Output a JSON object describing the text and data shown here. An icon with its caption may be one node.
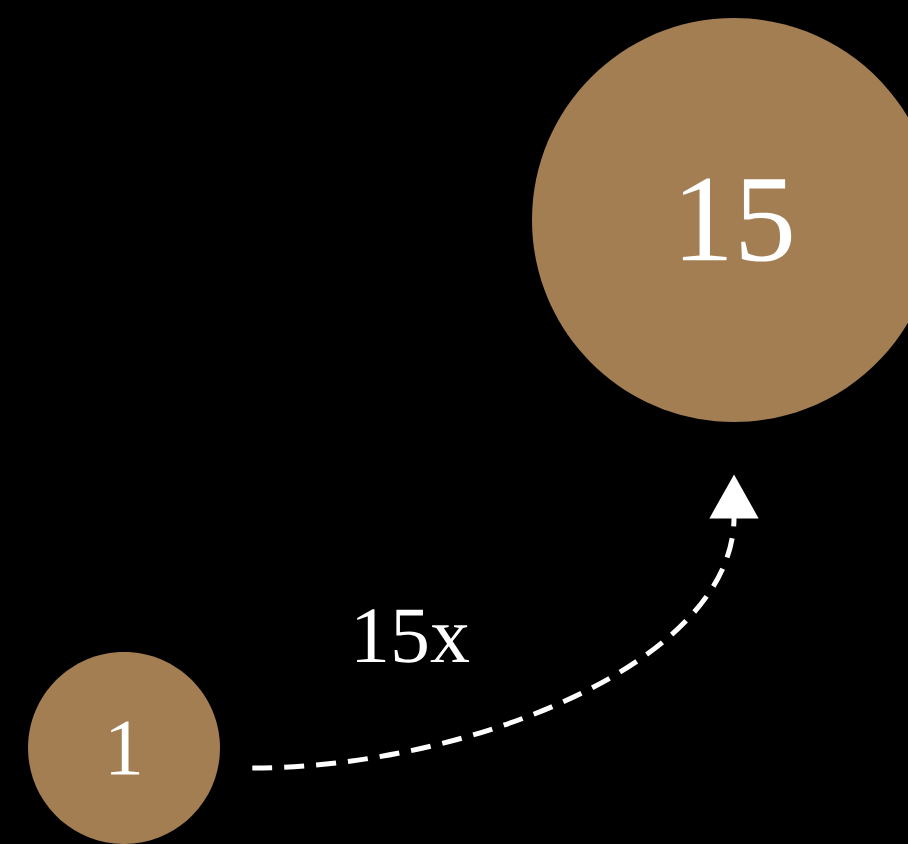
{
  "diagram": {
    "nodes": [
      {
        "text": [
          "1"
        ]
      },
      {
        "text": [
          "15"
        ]
      }
    ],
    "edges": [
      {
        "from": 0,
        "to": 1,
        "arrow": "to",
        "label": "15x",
        "style": "dashed"
      }
    ]
  }
}
